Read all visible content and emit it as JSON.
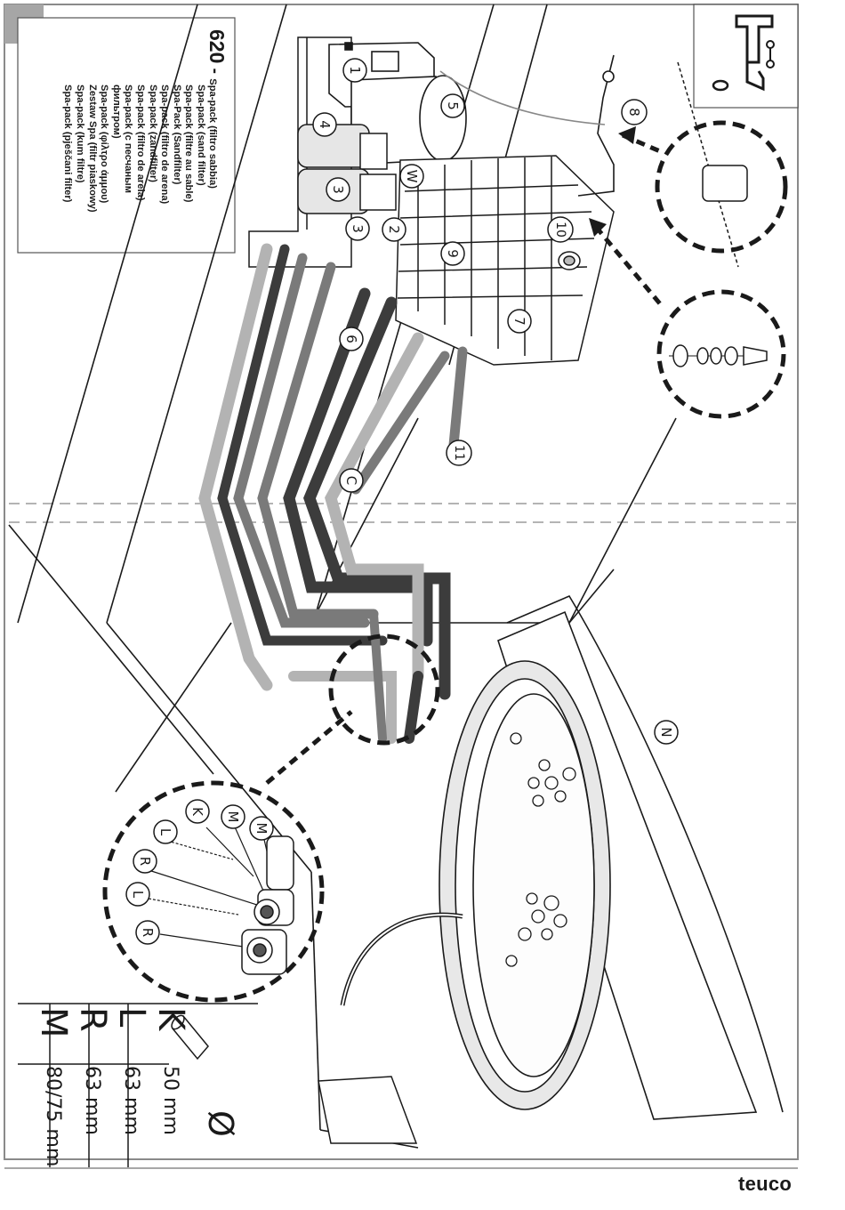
{
  "title": {
    "number": "620",
    "dash": "-",
    "lines": [
      "Spa-pack (filtro sabbia)",
      "Spa-pack (sand filter)",
      "Spa-pack (filtre au sable)",
      "Spa-Pack (Sandfilter)",
      "Spa-pack (filtro de arena)",
      "Spa-pack (zandfilter)",
      "Spa-pack (filtro de areia)",
      "Spa-pack (с песчаным",
      "фильтром)",
      "Spa-pack (φίλτρο άμμου)",
      "Zestaw Spa (filtr piaskowy)",
      "Spa-pack (kum filtre)",
      "Spa-pack (pješčani filter)"
    ]
  },
  "callouts": {
    "c1": "1",
    "c2": "2",
    "c3a": "3",
    "c3b": "3",
    "c4": "4",
    "c5": "5",
    "c6": "6",
    "c7": "7",
    "c8": "8",
    "c9": "9",
    "c10": "10",
    "c11": "11",
    "cW": "W",
    "cC": "C",
    "cN": "N",
    "dK": "K",
    "dL1": "L",
    "dR1": "R",
    "dL2": "L",
    "dR2": "R",
    "dM1": "M",
    "dM2": "M"
  },
  "legend": {
    "header_symbol": "Ø",
    "rows": [
      {
        "letter": "K",
        "value": "50 mm"
      },
      {
        "letter": "L",
        "value": "63 mm"
      },
      {
        "letter": "R",
        "value": "63 mm"
      },
      {
        "letter": "M",
        "value": "80/75 mm"
      }
    ]
  },
  "brand": "teuco",
  "colors": {
    "line": "#1a1a1a",
    "pipe_light": "#b3b3b3",
    "pipe_mid": "#7a7a7a",
    "pipe_dark": "#3c3c3c",
    "frame": "#8a8a8a",
    "corner_tab": "#a6a6a6"
  }
}
